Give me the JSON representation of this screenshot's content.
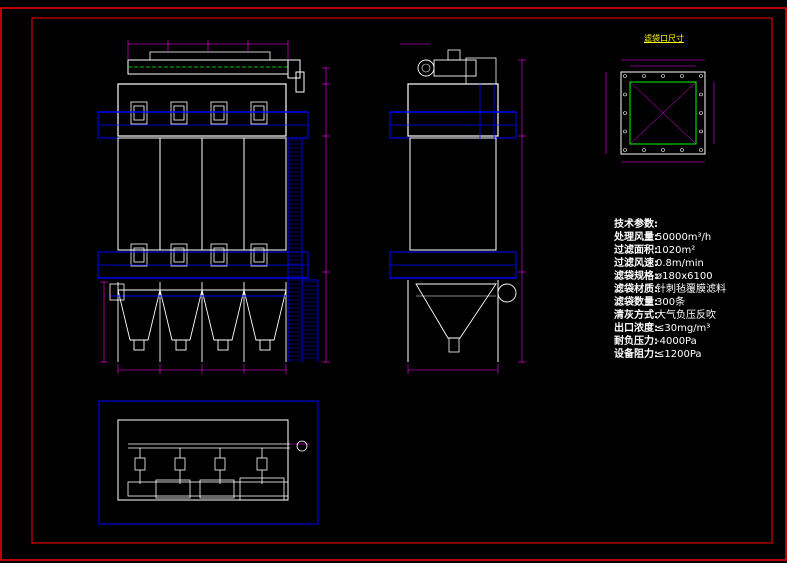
{
  "drawing": {
    "flange_title": "滤袋口尺寸",
    "spec_rows": [
      {
        "label": "技术参数:",
        "value": ""
      },
      {
        "label": "处理风量:",
        "value": "50000m³/h"
      },
      {
        "label": "过滤面积:",
        "value": "1020m²"
      },
      {
        "label": "过滤风速:",
        "value": "0.8m/min"
      },
      {
        "label": "滤袋规格:",
        "value": "ø180x6100"
      },
      {
        "label": "滤袋材质:",
        "value": "针刺毡覆膜滤料"
      },
      {
        "label": "滤袋数量:",
        "value": "300条"
      },
      {
        "label": "清灰方式:",
        "value": "大气负压反吹"
      },
      {
        "label": "出口浓度:",
        "value": "≤30mg/m³"
      },
      {
        "label": "耐负压力:",
        "value": "-4000Pa"
      },
      {
        "label": "设备阻力:",
        "value": "≤1200Pa"
      }
    ],
    "colors": {
      "frame": "#ff0000",
      "structure": "#ffffff",
      "platform": "#0000ff",
      "dimension": "#ff00ff",
      "dashed": "#00ff00",
      "text_label": "#ffff00"
    }
  }
}
